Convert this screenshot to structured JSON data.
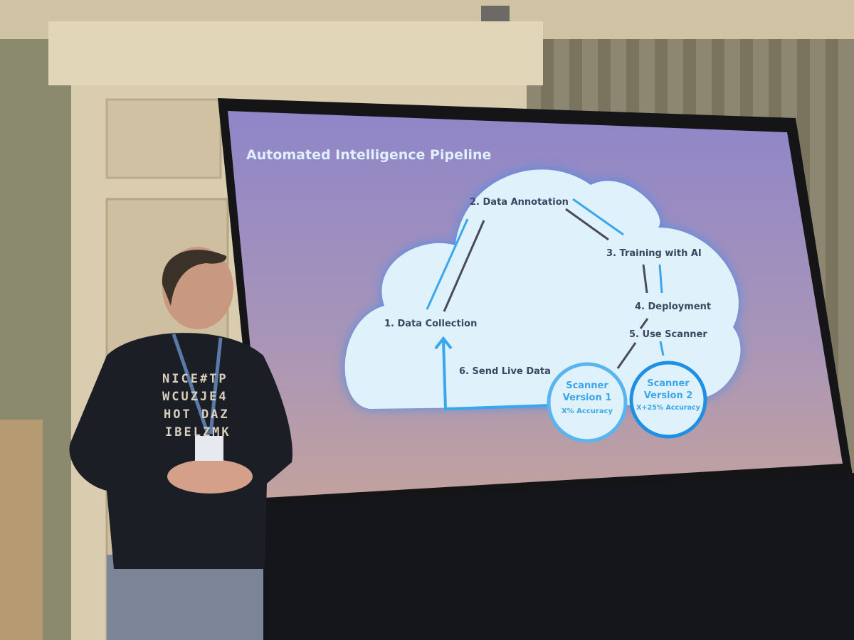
{
  "slide": {
    "title": "Automated Intelligence Pipeline",
    "steps": [
      {
        "label": "1. Data Collection"
      },
      {
        "label": "2. Data Annotation"
      },
      {
        "label": "3. Training with AI"
      },
      {
        "label": "4. Deployment"
      },
      {
        "label": "5. Use Scanner"
      },
      {
        "label": "6. Send Live Data"
      }
    ],
    "scanners": [
      {
        "line1": "Scanner",
        "line2": "Version 1",
        "accuracy": "X% Accuracy"
      },
      {
        "line1": "Scanner",
        "line2": "Version 2",
        "accuracy": "X+25% Accuracy"
      }
    ]
  },
  "shirt_text": [
    "NICE#TP",
    "WCUZJE4",
    "HOT DAZ",
    "IBELZMK"
  ],
  "colors": {
    "accent_blue": "#3aa6ee",
    "cloud": "#dff2fb",
    "slide_bg_top": "#8f86c8",
    "slide_bg_bottom": "#b49aa6",
    "dark_arrow": "#4a4a5a",
    "step_text": "#3b4660"
  }
}
